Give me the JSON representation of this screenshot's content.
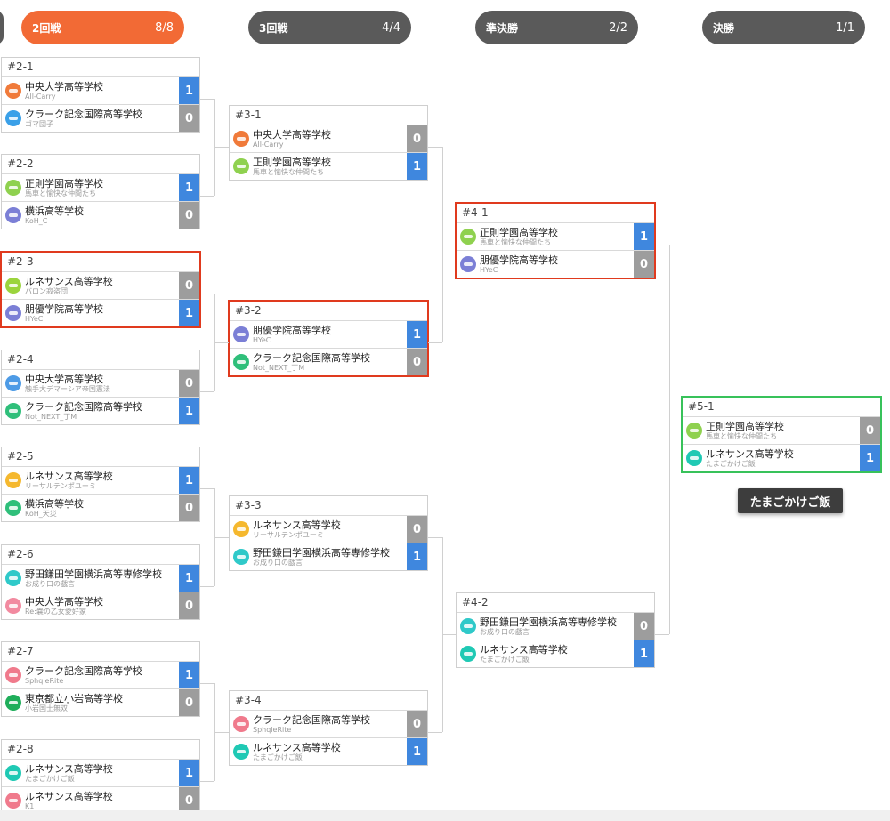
{
  "rounds": [
    {
      "name": "2回戦",
      "count": "8/8",
      "active": true
    },
    {
      "name": "3回戦",
      "count": "4/4",
      "active": false
    },
    {
      "name": "準決勝",
      "count": "2/2",
      "active": false
    },
    {
      "name": "決勝",
      "count": "1/1",
      "active": false
    }
  ],
  "matches": [
    {
      "id": "#2-1",
      "round": 0,
      "highlight": "",
      "teams": [
        {
          "school": "中央大学高等学校",
          "team": "All-Carry",
          "score": "1",
          "win": true,
          "avatar": "#f07a3a"
        },
        {
          "school": "クラーク記念国際高等学校",
          "team": "ゴマ団子",
          "score": "0",
          "win": false,
          "avatar": "#3aa0e8"
        }
      ]
    },
    {
      "id": "#2-2",
      "round": 0,
      "highlight": "",
      "teams": [
        {
          "school": "正則学園高等学校",
          "team": "馬車と愉快な仲間たち",
          "score": "1",
          "win": true,
          "avatar": "#8fd14f"
        },
        {
          "school": "横浜高等学校",
          "team": "KoH_C",
          "score": "0",
          "win": false,
          "avatar": "#7b7fd6"
        }
      ]
    },
    {
      "id": "#2-3",
      "round": 0,
      "highlight": "red",
      "teams": [
        {
          "school": "ルネサンス高等学校",
          "team": "バロン寂盗団",
          "score": "0",
          "win": false,
          "avatar": "#9bd43d"
        },
        {
          "school": "朋優学院高等学校",
          "team": "HYeC",
          "score": "1",
          "win": true,
          "avatar": "#7b7fd6"
        }
      ]
    },
    {
      "id": "#2-4",
      "round": 0,
      "highlight": "",
      "teams": [
        {
          "school": "中央大学高等学校",
          "team": "触手大デマーシア帝国憲法",
          "score": "0",
          "win": false,
          "avatar": "#4d9be6"
        },
        {
          "school": "クラーク記念国際高等学校",
          "team": "Not_NEXT_丁M",
          "score": "1",
          "win": true,
          "avatar": "#2fbf7a"
        }
      ]
    },
    {
      "id": "#2-5",
      "round": 0,
      "highlight": "",
      "teams": [
        {
          "school": "ルネサンス高等学校",
          "team": "リーサルテンポユーミ",
          "score": "1",
          "win": true,
          "avatar": "#f5b82e"
        },
        {
          "school": "横浜高等学校",
          "team": "KoH_天災",
          "score": "0",
          "win": false,
          "avatar": "#2fbf7a"
        }
      ]
    },
    {
      "id": "#2-6",
      "round": 0,
      "highlight": "",
      "teams": [
        {
          "school": "野田鎌田学園横浜高等専修学校",
          "team": "お成り口の戯言",
          "score": "1",
          "win": true,
          "avatar": "#2fc9c9"
        },
        {
          "school": "中央大学高等学校",
          "team": "Re:嚢の乙女愛好家",
          "score": "0",
          "win": false,
          "avatar": "#f28aa0"
        }
      ]
    },
    {
      "id": "#2-7",
      "round": 0,
      "highlight": "",
      "teams": [
        {
          "school": "クラーク記念国際高等学校",
          "team": "SphqleRite",
          "score": "1",
          "win": true,
          "avatar": "#f07a8c"
        },
        {
          "school": "東京都立小岩高等学校",
          "team": "小岩国士無双",
          "score": "0",
          "win": false,
          "avatar": "#1fae5a"
        }
      ]
    },
    {
      "id": "#2-8",
      "round": 0,
      "highlight": "",
      "teams": [
        {
          "school": "ルネサンス高等学校",
          "team": "たまごかけご飯",
          "score": "1",
          "win": true,
          "avatar": "#1fc9b4"
        },
        {
          "school": "ルネサンス高等学校",
          "team": "K1",
          "score": "0",
          "win": false,
          "avatar": "#f07a8c"
        }
      ]
    },
    {
      "id": "#3-1",
      "round": 1,
      "highlight": "",
      "teams": [
        {
          "school": "中央大学高等学校",
          "team": "All-Carry",
          "score": "0",
          "win": false,
          "avatar": "#f07a3a"
        },
        {
          "school": "正則学園高等学校",
          "team": "馬車と愉快な仲間たち",
          "score": "1",
          "win": true,
          "avatar": "#8fd14f"
        }
      ]
    },
    {
      "id": "#3-2",
      "round": 1,
      "highlight": "red",
      "teams": [
        {
          "school": "朋優学院高等学校",
          "team": "HYeC",
          "score": "1",
          "win": true,
          "avatar": "#7b7fd6"
        },
        {
          "school": "クラーク記念国際高等学校",
          "team": "Not_NEXT_丁M",
          "score": "0",
          "win": false,
          "avatar": "#2fbf7a"
        }
      ]
    },
    {
      "id": "#3-3",
      "round": 1,
      "highlight": "",
      "teams": [
        {
          "school": "ルネサンス高等学校",
          "team": "リーサルテンポユーミ",
          "score": "0",
          "win": false,
          "avatar": "#f5b82e"
        },
        {
          "school": "野田鎌田学園横浜高等専修学校",
          "team": "お成り口の戯言",
          "score": "1",
          "win": true,
          "avatar": "#2fc9c9"
        }
      ]
    },
    {
      "id": "#3-4",
      "round": 1,
      "highlight": "",
      "teams": [
        {
          "school": "クラーク記念国際高等学校",
          "team": "SphqleRite",
          "score": "0",
          "win": false,
          "avatar": "#f07a8c"
        },
        {
          "school": "ルネサンス高等学校",
          "team": "たまごかけご飯",
          "score": "1",
          "win": true,
          "avatar": "#1fc9b4"
        }
      ]
    },
    {
      "id": "#4-1",
      "round": 2,
      "highlight": "red",
      "teams": [
        {
          "school": "正則学園高等学校",
          "team": "馬車と愉快な仲間たち",
          "score": "1",
          "win": true,
          "avatar": "#8fd14f"
        },
        {
          "school": "朋優学院高等学校",
          "team": "HYeC",
          "score": "0",
          "win": false,
          "avatar": "#7b7fd6"
        }
      ]
    },
    {
      "id": "#4-2",
      "round": 2,
      "highlight": "",
      "teams": [
        {
          "school": "野田鎌田学園横浜高等専修学校",
          "team": "お成り口の戯言",
          "score": "0",
          "win": false,
          "avatar": "#2fc9c9"
        },
        {
          "school": "ルネサンス高等学校",
          "team": "たまごかけご飯",
          "score": "1",
          "win": true,
          "avatar": "#1fc9b4"
        }
      ]
    },
    {
      "id": "#5-1",
      "round": 3,
      "highlight": "green",
      "teams": [
        {
          "school": "正則学園高等学校",
          "team": "馬車と愉快な仲間たち",
          "score": "0",
          "win": false,
          "avatar": "#8fd14f"
        },
        {
          "school": "ルネサンス高等学校",
          "team": "たまごかけご飯",
          "score": "1",
          "win": true,
          "avatar": "#1fc9b4"
        }
      ]
    }
  ],
  "champion": "たまごかけご飯"
}
